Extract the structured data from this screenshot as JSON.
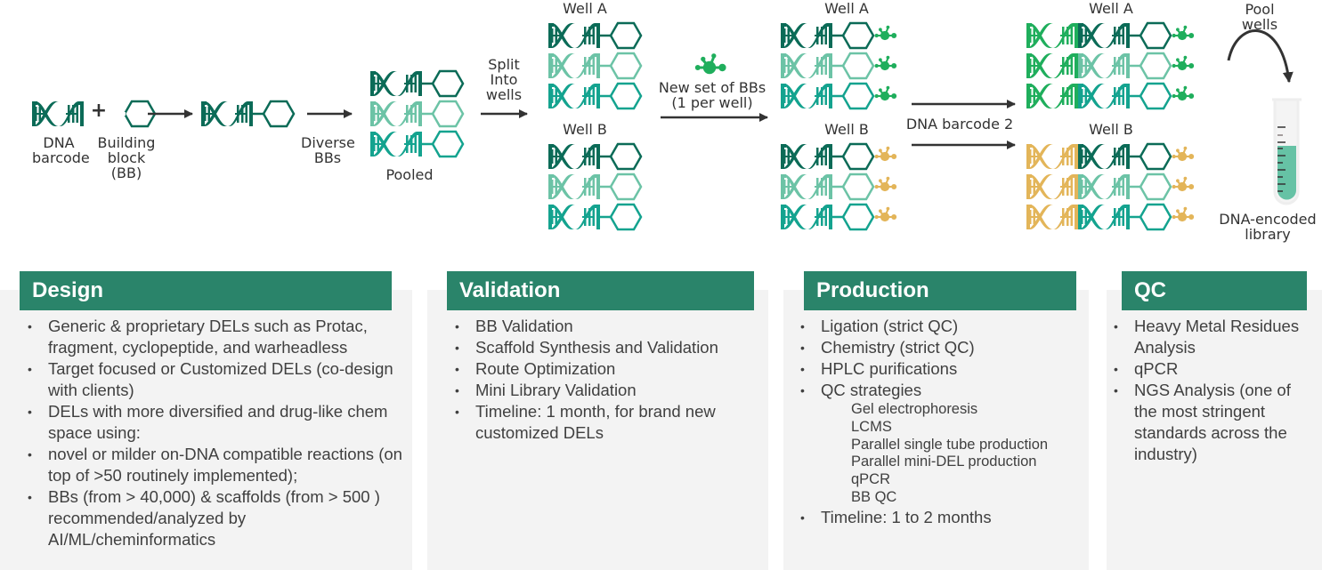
{
  "colors": {
    "dark_teal": "#0b6b57",
    "light_teal": "#6cc3a6",
    "mid_teal": "#14a38f",
    "green": "#1fae5c",
    "gold": "#e3b559",
    "header_green": "#2a846a",
    "card_bg": "#f3f3f3",
    "arrow": "#333333",
    "tube_liquid": "#66c2a5"
  },
  "flow": {
    "dna_barcode_label": [
      "DNA",
      "barcode"
    ],
    "plus": "+",
    "building_block_label": [
      "Building",
      "block",
      "(BB)"
    ],
    "diverse_bbs_label": [
      "Diverse",
      "BBs"
    ],
    "pooled_label": "Pooled",
    "split_label": [
      "Split",
      "Into",
      "wells"
    ],
    "well_a": "Well A",
    "well_b": "Well B",
    "new_bbs_label": [
      "New set of BBs",
      "(1 per well)"
    ],
    "dna_barcode_2_label": "DNA barcode 2",
    "pool_wells_label": [
      "Pool",
      "wells"
    ],
    "library_label": [
      "DNA-encoded",
      "library"
    ]
  },
  "sections": [
    {
      "title": "Design",
      "items": [
        {
          "text": "Generic & proprietary DELs such as Protac, fragment, cyclopeptide, and warheadless"
        },
        {
          "text": "Target focused or Customized DELs (co-design with clients)"
        },
        {
          "text": "DELs with more diversified and drug-like chem space using:"
        },
        {
          "text": "novel or milder on-DNA compatible reactions (on top of >50 routinely implemented);"
        },
        {
          "text": "BBs (from > 40,000) & scaffolds (from > 500 ) recommended/analyzed by AI/ML/cheminformatics"
        }
      ]
    },
    {
      "title": "Validation",
      "items": [
        {
          "text": "BB Validation"
        },
        {
          "text": "Scaffold Synthesis and Validation"
        },
        {
          "text": "Route Optimization"
        },
        {
          "text": "Mini Library Validation"
        },
        {
          "text": "Timeline: 1 month, for brand new customized DELs"
        }
      ]
    },
    {
      "title": "Production",
      "items": [
        {
          "text": "Ligation (strict QC)"
        },
        {
          "text": "Chemistry (strict QC)"
        },
        {
          "text": "HPLC purifications"
        },
        {
          "text": "QC strategies"
        },
        {
          "text": "Gel electrophoresis",
          "sub": true
        },
        {
          "text": "LCMS",
          "sub": true
        },
        {
          "text": "Parallel single tube production",
          "sub": true
        },
        {
          "text": "Parallel mini-DEL production",
          "sub": true
        },
        {
          "text": "qPCR",
          "sub": true
        },
        {
          "text": "BB QC",
          "sub": true
        },
        {
          "text": "Timeline: 1 to 2 months"
        }
      ]
    },
    {
      "title": "QC",
      "items": [
        {
          "text": "Heavy Metal Residues Analysis"
        },
        {
          "text": "qPCR"
        },
        {
          "text": "NGS Analysis (one of the most stringent standards across the industry)"
        }
      ]
    }
  ]
}
